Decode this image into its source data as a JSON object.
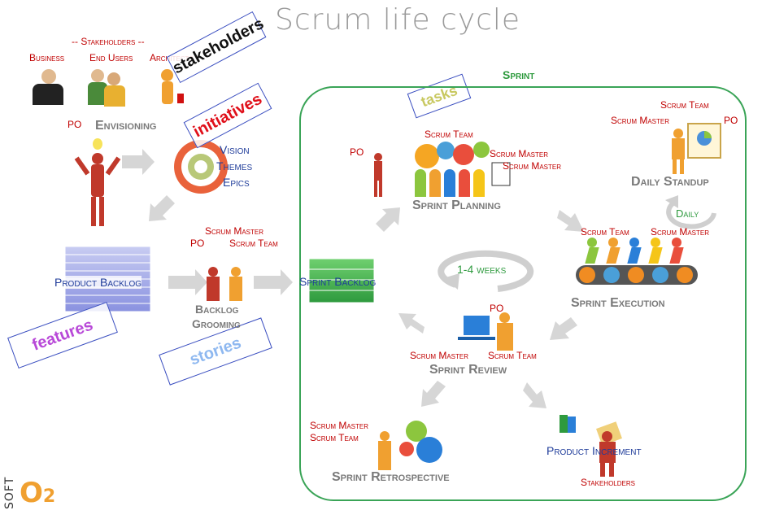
{
  "title": "Scrum life cycle",
  "stakeholders_header": "-- Stakeholders --",
  "stakeholder_roles": [
    "Business",
    "End Users",
    "Architects"
  ],
  "tags": {
    "stakeholders": "stakeholders",
    "initiatives": "initiatives",
    "features": "features",
    "stories": "stories",
    "tasks": "tasks"
  },
  "envisioning": {
    "po": "PO",
    "label": "Envisioning"
  },
  "vision_items": [
    "Vision",
    "Themes",
    "Epics"
  ],
  "product_backlog": "Product Backlog",
  "grooming": {
    "scrum_master": "Scrum Master",
    "po": "PO",
    "scrum_team": "Scrum Team",
    "label_line1": "Backlog",
    "label_line2": "Grooming"
  },
  "sprint_backlog": "Sprint Backlog",
  "sprint": {
    "label": "Sprint",
    "planning": {
      "po": "PO",
      "scrum_team": "Scrum Team",
      "scrum_master_1": "Scrum Master",
      "scrum_master_2": "Scrum Master",
      "label": "Sprint Planning"
    },
    "standup": {
      "scrum_team": "Scrum Team",
      "scrum_master": "Scrum Master",
      "po": "PO",
      "label": "Daily Standup",
      "daily": "Daily"
    },
    "execution": {
      "scrum_team": "Scrum Team",
      "scrum_master": "Scrum Master",
      "label": "Sprint Execution"
    },
    "cycle": "1-4 weeks",
    "review": {
      "po": "PO",
      "scrum_master": "Scrum Master",
      "scrum_team": "Scrum Team",
      "label": "Sprint Review"
    },
    "retrospective": {
      "scrum_master": "Scrum Master",
      "scrum_team": "Scrum Team",
      "label": "Sprint Retrospective"
    },
    "increment": {
      "label": "Product Increment",
      "stakeholders": "Stakeholders"
    }
  },
  "logo": "SOFTO2",
  "colors": {
    "sprint_border": "#3aa457",
    "role_red": "#c00000",
    "label_blue": "#1f3c9a",
    "tag_border": "#3a4ec0"
  }
}
